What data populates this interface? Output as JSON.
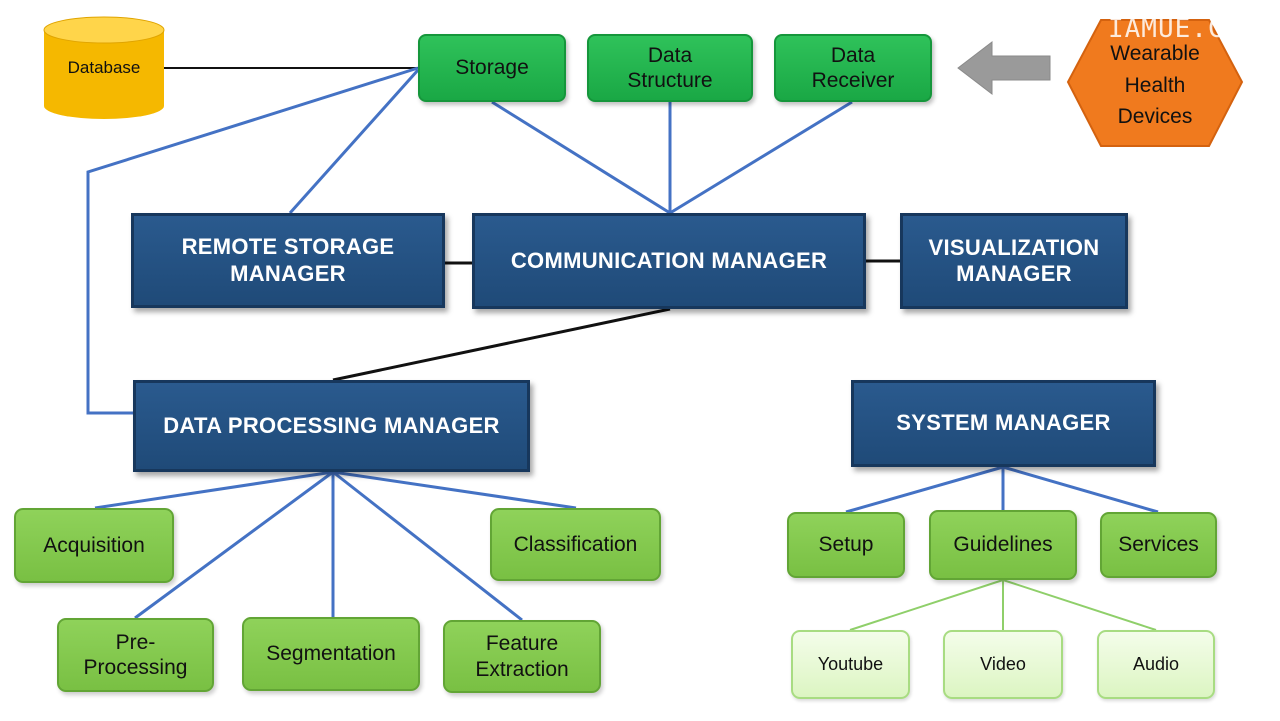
{
  "watermark": "IAMUE.C",
  "inputs": {
    "database": "Database",
    "wearable": "Wearable\nHealth\nDevices"
  },
  "storage_group": {
    "storage": "Storage",
    "data_structure": "Data\nStructure",
    "data_receiver": "Data\nReceiver"
  },
  "managers": {
    "remote_storage": "REMOTE STORAGE\nMANAGER",
    "communication": "COMMUNICATION MANAGER",
    "visualization": "VISUALIZATION\nMANAGER",
    "data_processing": "DATA PROCESSING MANAGER",
    "system": "SYSTEM MANAGER"
  },
  "processing_steps": {
    "acquisition": "Acquisition",
    "pre_processing": "Pre-\nProcessing",
    "segmentation": "Segmentation",
    "feature_extraction": "Feature\nExtraction",
    "classification": "Classification"
  },
  "system_items": {
    "setup": "Setup",
    "guidelines": "Guidelines",
    "services": "Services"
  },
  "guideline_media": {
    "youtube": "Youtube",
    "video": "Video",
    "audio": "Audio"
  },
  "colors": {
    "manager_fill": "#1f4a78",
    "storage_fill": "#1aa845",
    "step_fill": "#79c043",
    "media_fill": "#dcf5c2",
    "database_fill": "#f5b800",
    "device_fill": "#f07a1e",
    "connector_blue": "#4472c4",
    "connector_black": "#111111"
  }
}
